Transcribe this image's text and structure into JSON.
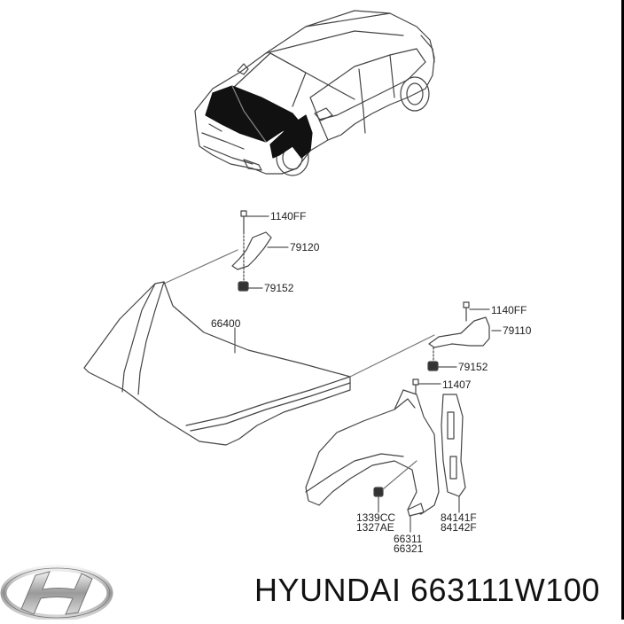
{
  "diagram": {
    "title": "HYUNDAI 663111W100",
    "brand": "HYUNDAI",
    "part_number": "663111W100",
    "logo_icon": "hyundai-logo-icon",
    "callouts": [
      {
        "id": "c1",
        "label": "1140FF",
        "part": "bolt"
      },
      {
        "id": "c2",
        "label": "79120",
        "part": "hood hinge left"
      },
      {
        "id": "c3",
        "label": "79152",
        "part": "nut"
      },
      {
        "id": "c4",
        "label": "66400",
        "part": "hood panel"
      },
      {
        "id": "c5",
        "label": "1140FF",
        "part": "bolt"
      },
      {
        "id": "c6",
        "label": "79110",
        "part": "hood hinge right"
      },
      {
        "id": "c7",
        "label": "79152",
        "part": "nut"
      },
      {
        "id": "c8",
        "label": "11407",
        "part": "bolt"
      },
      {
        "id": "c9",
        "label": "1339CC",
        "part": "nut"
      },
      {
        "id": "c10",
        "label": "1327AE",
        "part": "nut"
      },
      {
        "id": "c11",
        "label": "66311",
        "part": "fender bracket"
      },
      {
        "id": "c12",
        "label": "66321",
        "part": "fender bracket"
      },
      {
        "id": "c13",
        "label": "84141F",
        "part": "fender insulator"
      },
      {
        "id": "c14",
        "label": "84142F",
        "part": "fender insulator"
      }
    ]
  }
}
